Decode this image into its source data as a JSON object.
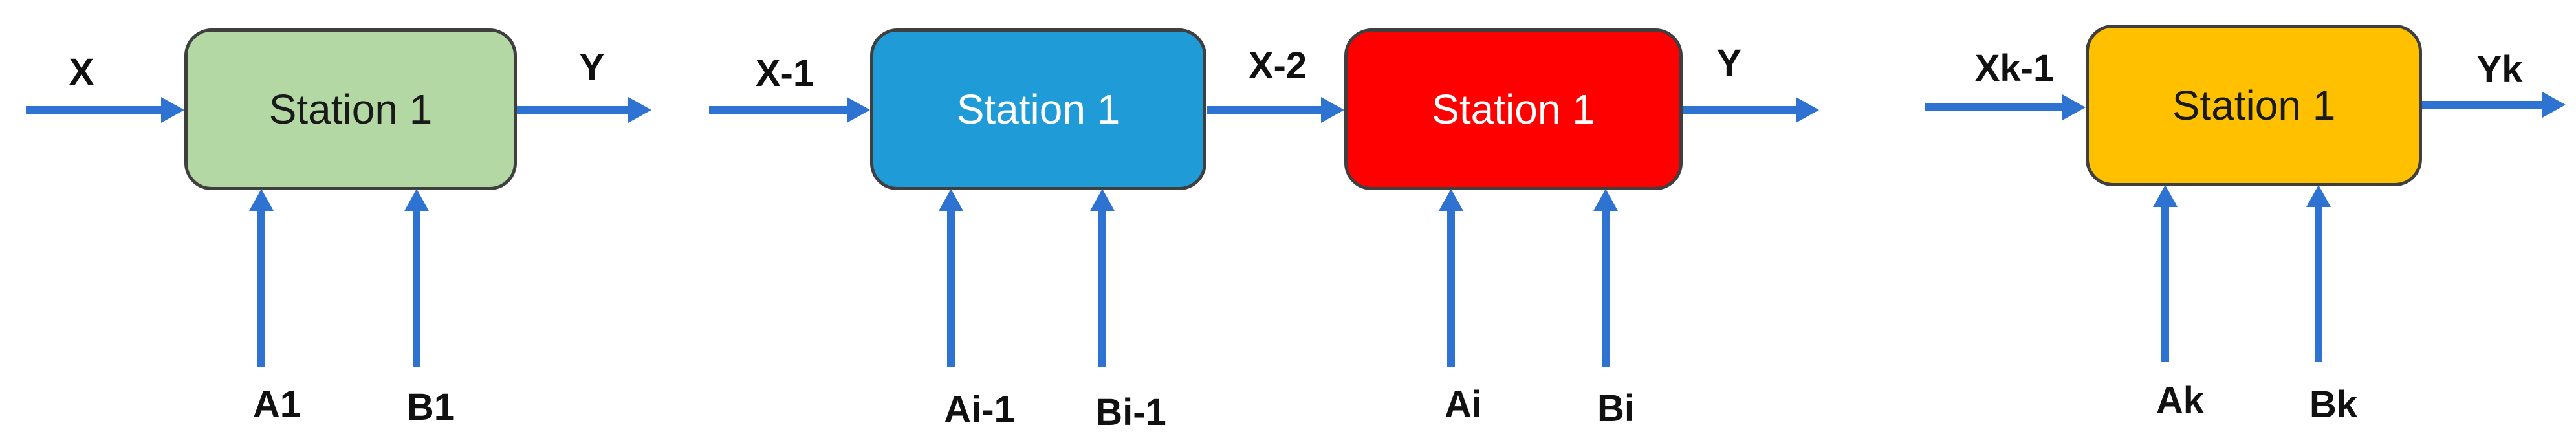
{
  "colors": {
    "arrow": "#2E73D1",
    "border": "#3F3F3F",
    "background": "#FFFFFF"
  },
  "stations": [
    {
      "label": "Station 1",
      "fill": "#B3D8A4",
      "text_color": "#1A1A1A",
      "input_label": "X",
      "output_label": "Y",
      "bottom_inputs": [
        "A1",
        "B1"
      ]
    },
    {
      "label": "Station 1",
      "fill": "#1F9BD7",
      "text_color": "#FFFFFF",
      "input_label": "X-1",
      "output_label": "X-2",
      "bottom_inputs": [
        "Ai-1",
        "Bi-1"
      ]
    },
    {
      "label": "Station 1",
      "fill": "#FE0000",
      "text_color": "#FFFFFF",
      "input_label": "X-2",
      "output_label": "Y",
      "bottom_inputs": [
        "Ai",
        "Bi"
      ]
    },
    {
      "label": "Station 1",
      "fill": "#FFC000",
      "text_color": "#1A1A1A",
      "input_label": "Xk-1",
      "output_label": "Yk",
      "bottom_inputs": [
        "Ak",
        "Bk"
      ]
    }
  ]
}
